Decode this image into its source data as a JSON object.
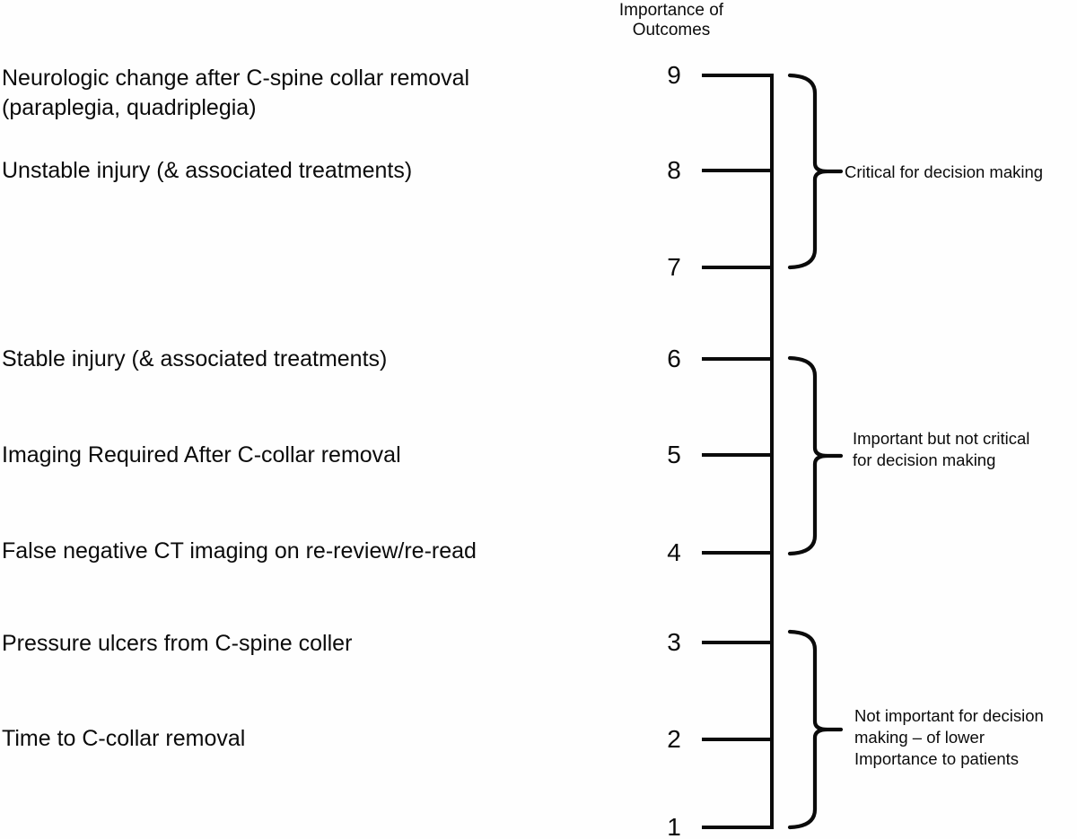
{
  "header": {
    "line1": "Importance of",
    "line2": "Outcomes"
  },
  "scale": {
    "max": 9,
    "min": 1,
    "ticks": [
      "9",
      "8",
      "7",
      "6",
      "5",
      "4",
      "3",
      "2",
      "1"
    ]
  },
  "outcomes": [
    {
      "label": "Neurologic change after C-spine collar removal\n(paraplegia, quadriplegia)",
      "score": 9
    },
    {
      "label": "Unstable injury (& associated treatments)",
      "score": 8
    },
    {
      "label": "Stable injury (& associated treatments)",
      "score": 6
    },
    {
      "label": "Imaging Required After C-collar removal",
      "score": 5
    },
    {
      "label": "False negative CT imaging on re-review/re-read",
      "score": 4
    },
    {
      "label": "Pressure ulcers from C-spine coller",
      "score": 3
    },
    {
      "label": "Time to C-collar removal",
      "score": 2
    }
  ],
  "categories": [
    {
      "label": "Critical for decision making",
      "score_range": [
        7,
        9
      ]
    },
    {
      "label": "Important but not critical\nfor decision making",
      "score_range": [
        4,
        6
      ]
    },
    {
      "label": "Not important for decision\nmaking – of lower\nImportance to patients",
      "score_range": [
        1,
        3
      ]
    }
  ],
  "colors": {
    "ink": "#0b0b0b",
    "background": "#fefefe"
  }
}
